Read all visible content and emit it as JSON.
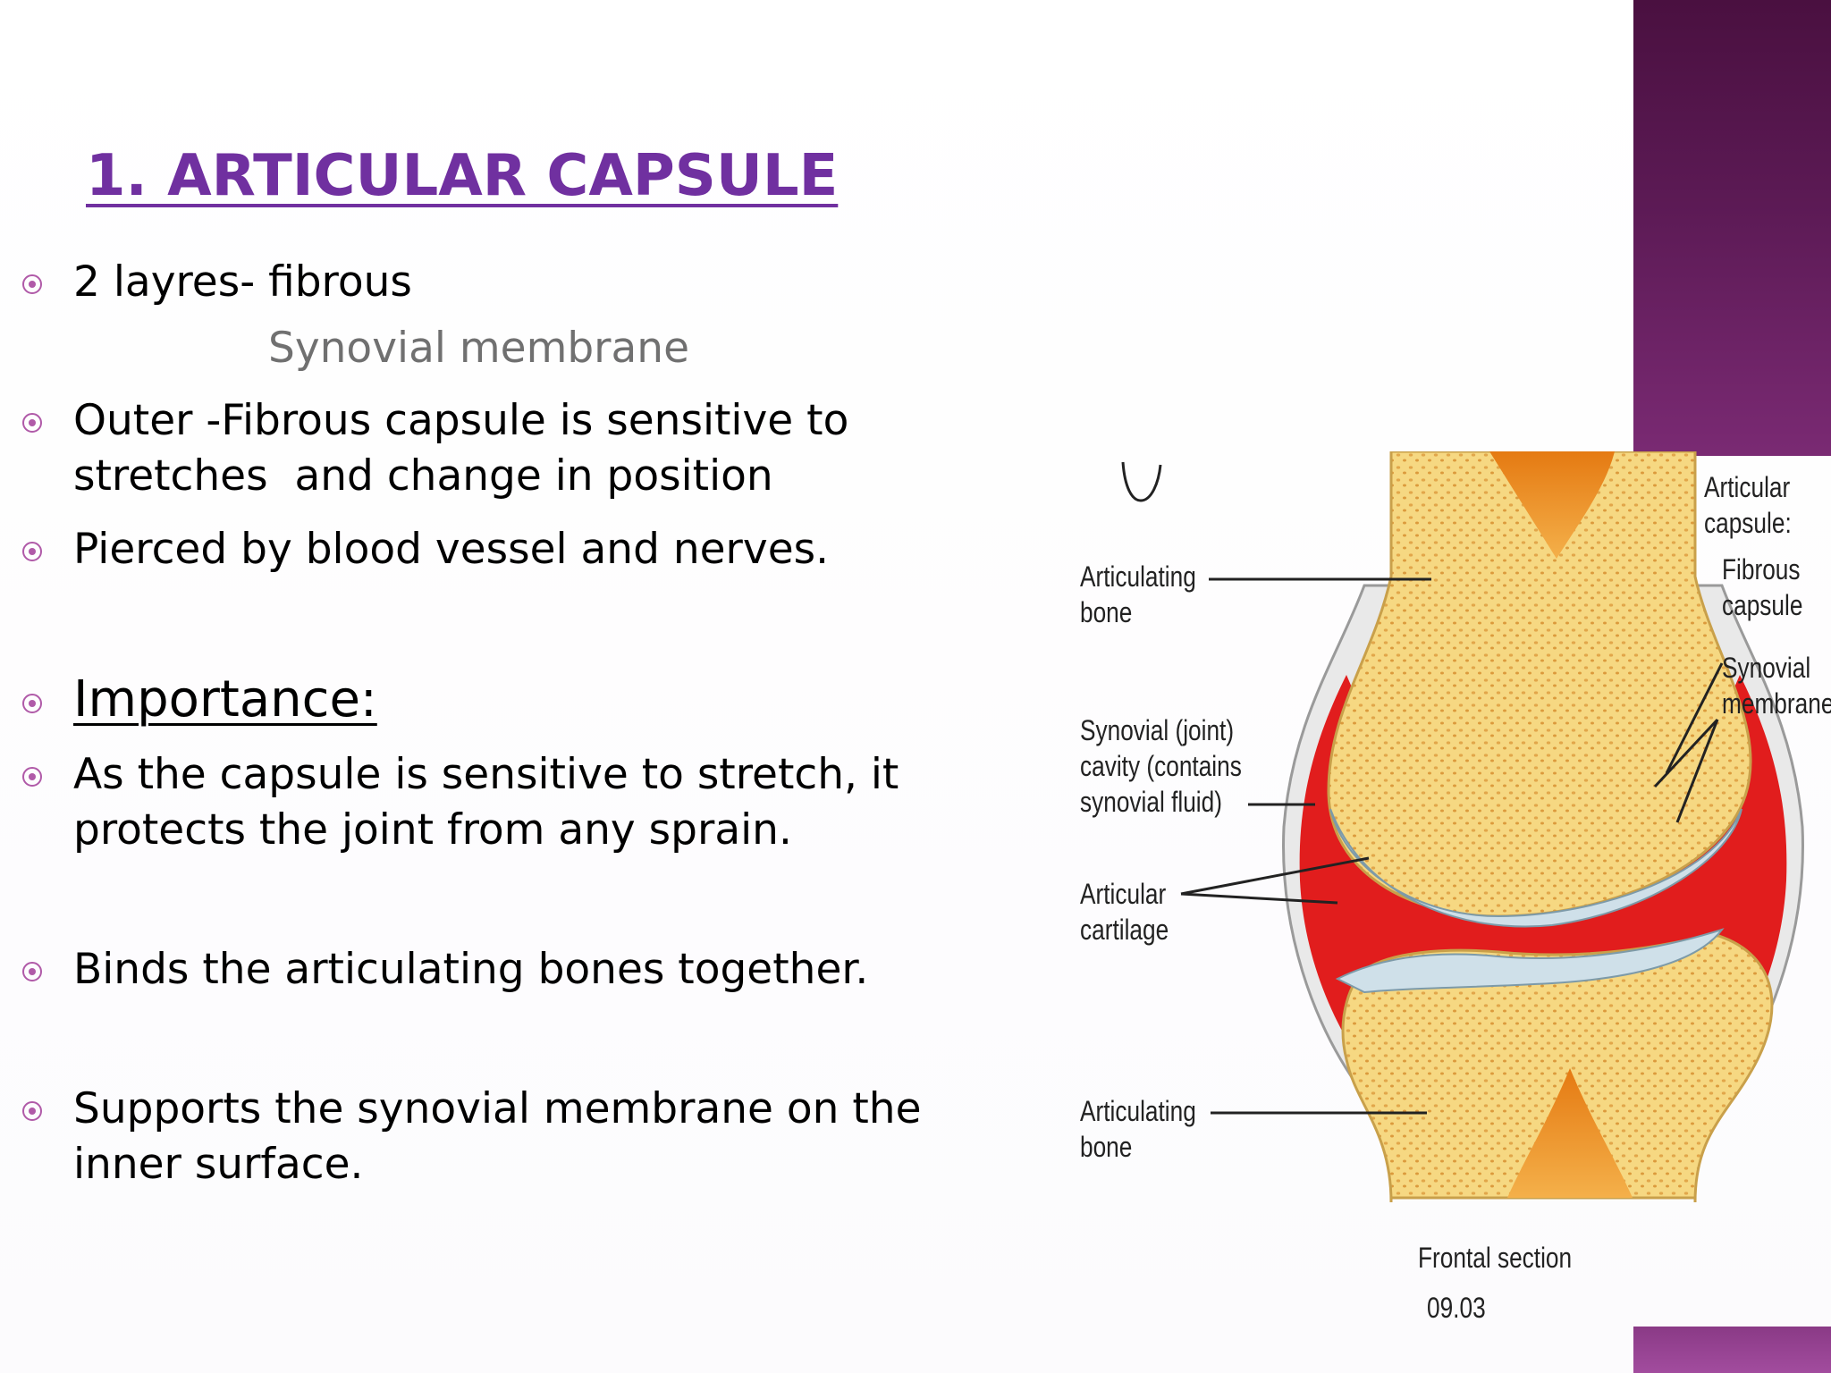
{
  "slide": {
    "title": "1. ARTICULAR CAPSULE",
    "accent_color": "#7030a0",
    "bullet_color": "#b05aa8",
    "bullets": [
      {
        "text": "2 layres- fibrous",
        "subline": "Synovial membrane"
      },
      {
        "text": "Outer -Fibrous capsule is sensitive to\nstretches  and change in position"
      },
      {
        "text": "Pierced by blood vessel and nerves."
      },
      {
        "text": "Importance:"
      },
      {
        "text": "As the capsule is sensitive to stretch, it\nprotects the joint from any sprain."
      },
      {
        "text": "Binds the articulating bones  together."
      },
      {
        "text": "Supports the synovial membrane on the\ninner surface."
      }
    ]
  },
  "figure": {
    "labels": {
      "articulating_bone_top": "Articulating\nbone",
      "synovial_cavity": "Synovial (joint)\ncavity (contains\nsynovial fluid)",
      "articular_cartilage": "Articular\ncartilage",
      "articulating_bone_bottom": "Articulating\nbone",
      "articular_capsule": "Articular\ncapsule:",
      "fibrous_capsule": "Fibrous\ncapsule",
      "synovial_membrane": "Synovial\nmembrane",
      "frontal_section": "Frontal section",
      "figure_number": "09.03"
    },
    "colors": {
      "bone": "#f5d27a",
      "marrow": "#e8891f",
      "cavity": "#e01b1b",
      "cartilage": "#cde0ea",
      "capsule": "#e6e6e6"
    }
  }
}
